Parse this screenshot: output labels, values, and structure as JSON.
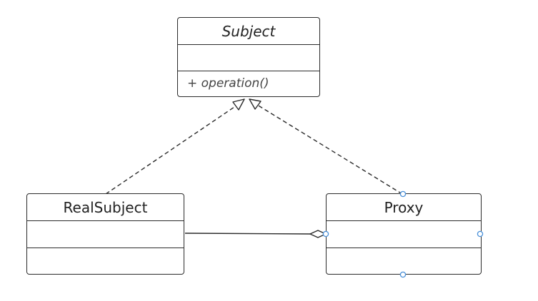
{
  "diagram": {
    "type": "uml-class",
    "colors": {
      "stroke": "#2b2b2b",
      "selection_handle": "#4a90d9",
      "background": "#ffffff"
    },
    "classes": {
      "subject": {
        "name": "Subject",
        "abstract": true,
        "attributes": [],
        "operations": [
          "+ operation()"
        ]
      },
      "real_subject": {
        "name": "RealSubject",
        "attributes": [],
        "operations": []
      },
      "proxy": {
        "name": "Proxy",
        "attributes": [],
        "operations": [],
        "selected": true
      }
    },
    "relationships": [
      {
        "from": "RealSubject",
        "to": "Subject",
        "kind": "realization",
        "style": "dashed"
      },
      {
        "from": "Proxy",
        "to": "Subject",
        "kind": "realization",
        "style": "dashed"
      },
      {
        "from": "Proxy",
        "to": "RealSubject",
        "kind": "aggregation",
        "style": "solid"
      }
    ]
  }
}
